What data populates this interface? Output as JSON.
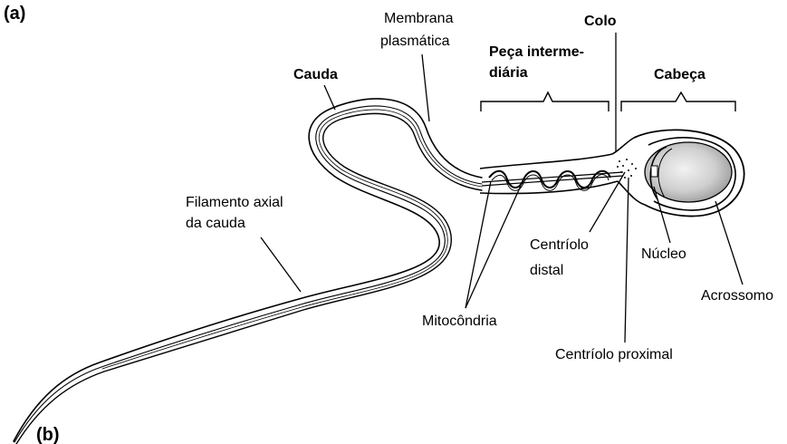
{
  "figure": {
    "panel_a": "(a)",
    "panel_b": "(b)"
  },
  "labels": {
    "membrana_line1": "Membrana",
    "membrana_line2": "plasmática",
    "colo": "Colo",
    "peca_line1": "Peça interme-",
    "peca_line2": "diária",
    "cauda": "Cauda",
    "cabeca": "Cabeça",
    "filamento_line1": "Filamento axial",
    "filamento_line2": "da cauda",
    "centriolo_distal_line1": "Centríolo",
    "centriolo_distal_line2": "distal",
    "nucleo": "Núcleo",
    "acrossomo": "Acrossomo",
    "mitocondria": "Mitocôndria",
    "centriolo_proximal": "Centríolo proximal"
  },
  "colors": {
    "ink": "#000000",
    "background": "#ffffff",
    "stipple": "#bdbdbd"
  }
}
